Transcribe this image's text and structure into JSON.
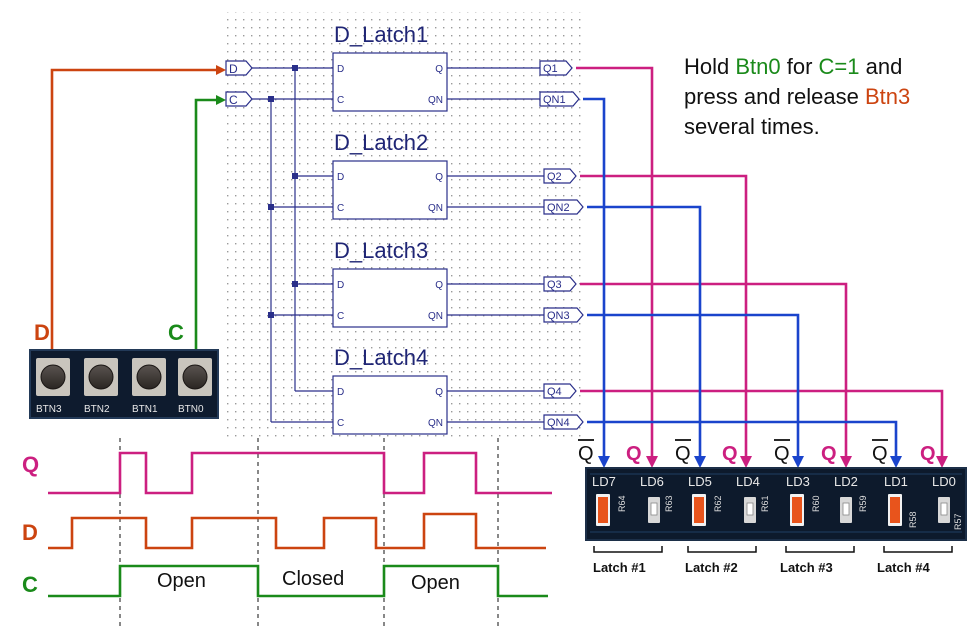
{
  "latches": [
    {
      "title": "D_Latch1",
      "pin_d": "D",
      "pin_c": "C",
      "pin_q": "Q",
      "pin_qn": "QN",
      "out_q": "Q1",
      "out_qn": "QN1"
    },
    {
      "title": "D_Latch2",
      "pin_d": "D",
      "pin_c": "C",
      "pin_q": "Q",
      "pin_qn": "QN",
      "out_q": "Q2",
      "out_qn": "QN2"
    },
    {
      "title": "D_Latch3",
      "pin_d": "D",
      "pin_c": "C",
      "pin_q": "Q",
      "pin_qn": "QN",
      "out_q": "Q3",
      "out_qn": "QN3"
    },
    {
      "title": "D_Latch4",
      "pin_d": "D",
      "pin_c": "C",
      "pin_q": "Q",
      "pin_qn": "QN",
      "out_q": "Q4",
      "out_qn": "QN4"
    }
  ],
  "inputs": {
    "d_port": "D",
    "c_port": "C"
  },
  "instruction": {
    "line1_a": "Hold ",
    "btn0": "Btn0",
    "line1_b": " for ",
    "c1": "C=1",
    "line1_c": " and",
    "line2_a": "press and release ",
    "btn3": "Btn3",
    "line3": "several times."
  },
  "buttons": {
    "labels": [
      "BTN3",
      "BTN2",
      "BTN1",
      "BTN0"
    ],
    "d_label": "D",
    "c_label": "C"
  },
  "leds": {
    "labels": [
      "LD7",
      "LD6",
      "LD5",
      "LD4",
      "LD3",
      "LD2",
      "LD1",
      "LD0"
    ],
    "resistors": [
      "R64",
      "R63",
      "R62",
      "R61",
      "R60",
      "R59",
      "R58",
      "R57"
    ],
    "col_headers": [
      "Q",
      "Q",
      "Q",
      "Q",
      "Q",
      "Q",
      "Q",
      "Q"
    ],
    "latch_labels": [
      "Latch #1",
      "Latch #2",
      "Latch #3",
      "Latch #4"
    ]
  },
  "waveform": {
    "labels": {
      "q": "Q",
      "d": "D",
      "c": "C"
    },
    "phases": [
      "Open",
      "Closed",
      "Open"
    ]
  },
  "colors": {
    "magenta": "#cc1f80",
    "orange": "#cc4410",
    "green": "#1a8a1a",
    "blue": "#1a44cc",
    "schematic": "#2a2f8a"
  }
}
